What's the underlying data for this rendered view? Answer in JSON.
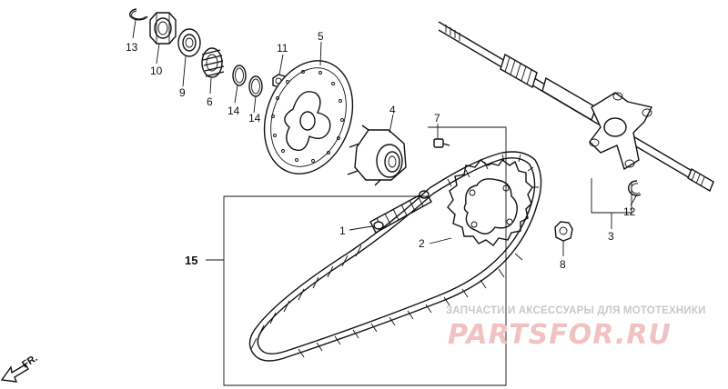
{
  "callouts": [
    {
      "id": "c13",
      "text": "13"
    },
    {
      "id": "c10",
      "text": "10"
    },
    {
      "id": "c9",
      "text": "9"
    },
    {
      "id": "c6",
      "text": "6"
    },
    {
      "id": "c14a",
      "text": "14"
    },
    {
      "id": "c14b",
      "text": "14"
    },
    {
      "id": "c11",
      "text": "11"
    },
    {
      "id": "c5",
      "text": "5"
    },
    {
      "id": "c4",
      "text": "4"
    },
    {
      "id": "c7",
      "text": "7"
    },
    {
      "id": "c1",
      "text": "1"
    },
    {
      "id": "c2",
      "text": "2"
    },
    {
      "id": "c15",
      "text": "15"
    },
    {
      "id": "c8",
      "text": "8"
    },
    {
      "id": "c12",
      "text": "12"
    },
    {
      "id": "c3",
      "text": "3"
    }
  ],
  "direction": {
    "text": "FR."
  },
  "watermark": {
    "tagline": "ЗАПЧАСТИ И АКСЕССУАРЫ ДЛЯ МОТОТЕХНИКИ",
    "brand": "PARTSFOR.RU",
    "color": "#f1c2c2"
  }
}
